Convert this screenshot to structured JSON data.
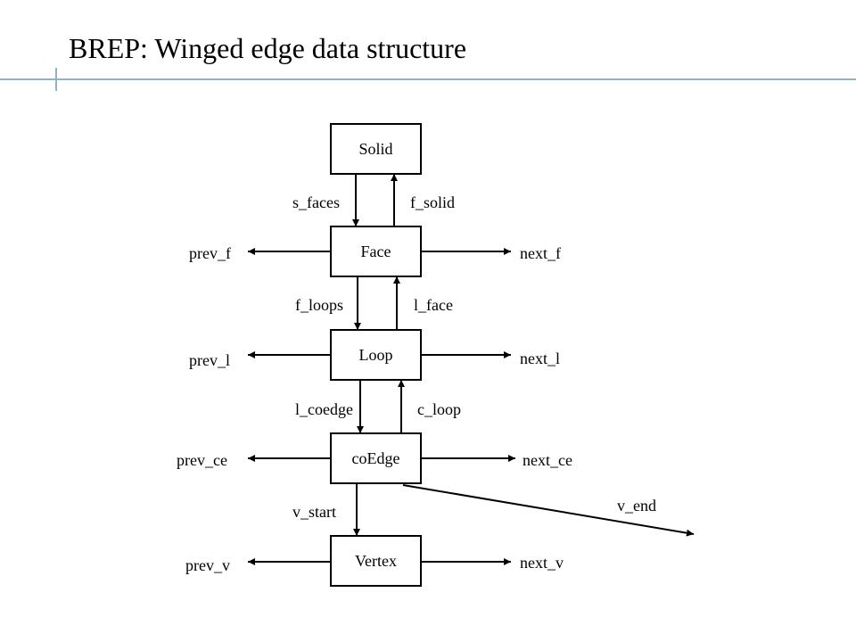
{
  "slide": {
    "title": "BREP: Winged edge data structure",
    "accent_color": "#8fb3c4"
  },
  "diagram": {
    "nodes": [
      {
        "id": "solid",
        "label": "Solid"
      },
      {
        "id": "face",
        "label": "Face"
      },
      {
        "id": "loop",
        "label": "Loop"
      },
      {
        "id": "coedge",
        "label": "coEdge"
      },
      {
        "id": "vertex",
        "label": "Vertex"
      }
    ],
    "edges": [
      {
        "id": "s_faces",
        "label": "s_faces",
        "from": "solid",
        "to": "face"
      },
      {
        "id": "f_solid",
        "label": "f_solid",
        "from": "face",
        "to": "solid"
      },
      {
        "id": "prev_f",
        "label": "prev_f",
        "from": "face",
        "to": "previous"
      },
      {
        "id": "next_f",
        "label": "next_f",
        "from": "face",
        "to": "next"
      },
      {
        "id": "f_loops",
        "label": "f_loops",
        "from": "face",
        "to": "loop"
      },
      {
        "id": "l_face",
        "label": "l_face",
        "from": "loop",
        "to": "face"
      },
      {
        "id": "prev_l",
        "label": "prev_l",
        "from": "loop",
        "to": "previous"
      },
      {
        "id": "next_l",
        "label": "next_l",
        "from": "loop",
        "to": "next"
      },
      {
        "id": "l_coedge",
        "label": "l_coedge",
        "from": "loop",
        "to": "coedge"
      },
      {
        "id": "c_loop",
        "label": "c_loop",
        "from": "coedge",
        "to": "loop"
      },
      {
        "id": "prev_ce",
        "label": "prev_ce",
        "from": "coedge",
        "to": "previous"
      },
      {
        "id": "next_ce",
        "label": "next_ce",
        "from": "coedge",
        "to": "next"
      },
      {
        "id": "v_start",
        "label": "v_start",
        "from": "coedge",
        "to": "vertex"
      },
      {
        "id": "v_end",
        "label": "v_end",
        "from": "coedge",
        "to": "end-vertex"
      },
      {
        "id": "prev_v",
        "label": "prev_v",
        "from": "vertex",
        "to": "previous"
      },
      {
        "id": "next_v",
        "label": "next_v",
        "from": "vertex",
        "to": "next"
      }
    ]
  }
}
